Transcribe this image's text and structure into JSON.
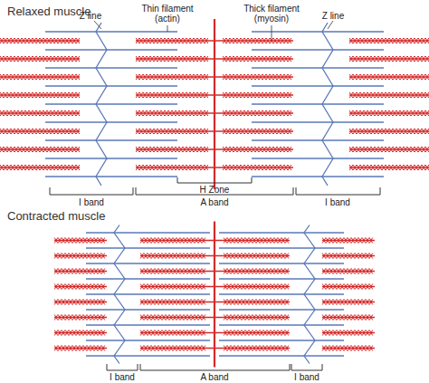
{
  "diagram": {
    "labels": [
      "Relaxed muscle",
      "Z line",
      "Thin filament (actin)",
      "Thick filament (myosin)",
      "Z line",
      "H Zone",
      "I band",
      "A band",
      "I band",
      "Contracted muscle",
      "I band",
      "A band",
      "I band"
    ]
  }
}
